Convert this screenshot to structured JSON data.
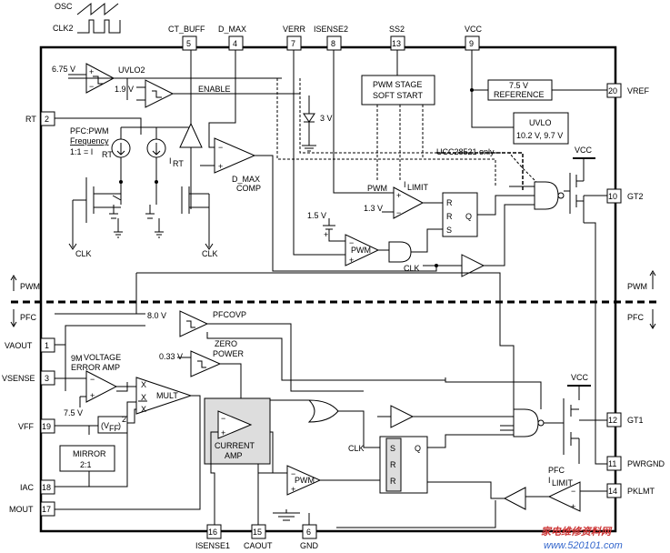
{
  "osc_label": "OSC",
  "clk2_label": "CLK2",
  "top_pins": [
    {
      "num": "5",
      "label": "CT_BUFF"
    },
    {
      "num": "4",
      "label": "D_MAX"
    },
    {
      "num": "7",
      "label": "VERR"
    },
    {
      "num": "8",
      "label": "ISENSE2"
    },
    {
      "num": "13",
      "label": "SS2"
    },
    {
      "num": "9",
      "label": "VCC"
    }
  ],
  "right_pins": [
    {
      "num": "20",
      "label": "VREF"
    },
    {
      "num": "10",
      "label": "GT2"
    },
    {
      "num": "12",
      "label": "GT1"
    },
    {
      "num": "11",
      "label": "PWRGND"
    },
    {
      "num": "14",
      "label": "PKLMT"
    }
  ],
  "left_pins": [
    {
      "num": "2",
      "label": "RT"
    },
    {
      "num": "1",
      "label": "VAOUT"
    },
    {
      "num": "3",
      "label": "VSENSE"
    },
    {
      "num": "19",
      "label": "VFF"
    },
    {
      "num": "18",
      "label": "IAC"
    },
    {
      "num": "17",
      "label": "MOUT"
    }
  ],
  "bottom_pins": [
    {
      "num": "16",
      "label": "ISENSE1"
    },
    {
      "num": "15",
      "label": "CAOUT"
    },
    {
      "num": "6",
      "label": "GND"
    }
  ],
  "labels": {
    "v675": "6.75 V",
    "uvlo2": "UVLO2",
    "v19": "1.9 V",
    "enable": "ENABLE",
    "pfc_pwm": "PFC:PWM",
    "frequency": "Frequency",
    "ratio": "1:1 = I",
    "rt_sub": "RT",
    "irt": "I",
    "clk_a": "CLK",
    "clk_b": "CLK",
    "dmax_comp1": "D_MAX",
    "dmax_comp2": "COMP",
    "pwm_stage1": "PWM STAGE",
    "pwm_stage2": "SOFT START",
    "v3": "3 V",
    "ref_v": "7.5 V",
    "ref_name": "REFERENCE",
    "uvlo_name": "UVLO",
    "uvlo_v": "10.2 V, 9.7 V",
    "ucc_only": "UCC28521 only",
    "vcc_top": "VCC",
    "pwm_lbl": "PWM",
    "ilimit_top": "I",
    "limit_sub": "LIMIT",
    "v13": "1.3 V",
    "v15": "1.5 V",
    "pwm_comp": "PWM",
    "clk_c": "CLK",
    "pwm_side_l": "PWM",
    "pfc_side_l": "PFC",
    "pwm_side_r": "PWM",
    "pfc_side_r": "PFC",
    "v80": "8.0 V",
    "pfcovp": "PFCOVP",
    "v033": "0.33 V",
    "zero": "ZERO",
    "power": "POWER",
    "gm": "9M",
    "vea1": "VOLTAGE",
    "vea2": "ERROR AMP",
    "mult": "MULT",
    "v75": "7.5 V",
    "vff_sq": "(V",
    "vff_sub": "FF",
    "vff_pow": ")",
    "vff_2": "2",
    "mirror1": "MIRROR",
    "mirror2": "2:1",
    "cur1": "CURRENT",
    "cur2": "AMP",
    "pwm_comp2": "PWM",
    "clk_d": "CLK",
    "s": "S",
    "q": "Q",
    "r1": "R",
    "r2": "R",
    "vcc_bot": "VCC",
    "pfc_il1": "PFC",
    "pfc_il2": "I",
    "pfc_il3": "LIMIT",
    "sr_r1": "R",
    "sr_r2": "R",
    "sr_s": "S",
    "sr_q": "Q",
    "x_top": "X",
    "x_mid": "X",
    "x_bot": "X",
    "watermark": "家电维修资料网",
    "watermark_url": "www.520101.com"
  }
}
